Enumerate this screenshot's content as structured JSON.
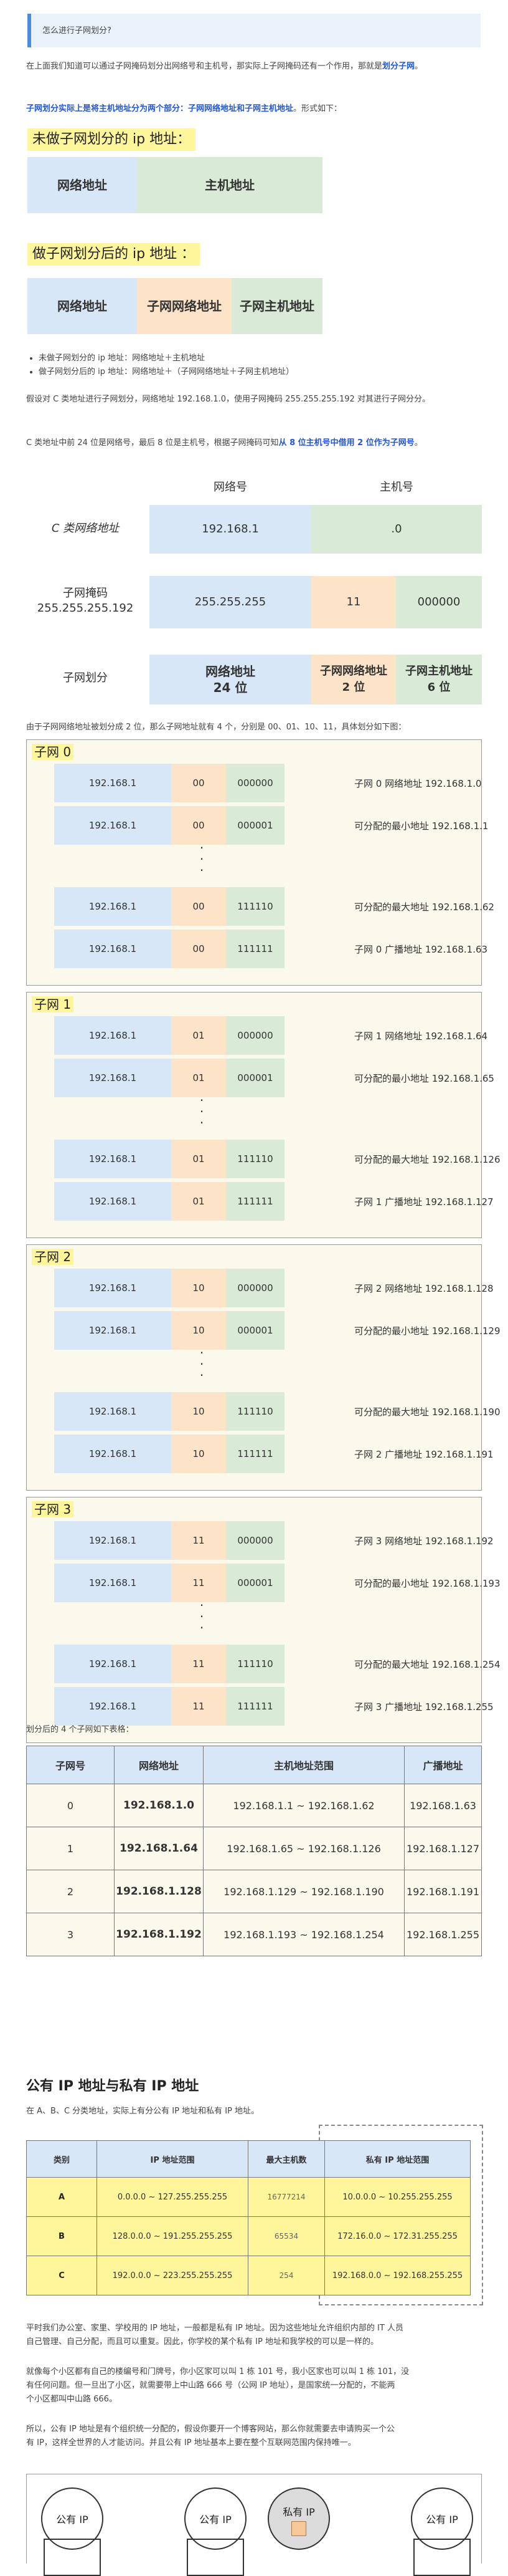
{
  "callout": {
    "text": "怎么进行子网划分?"
  },
  "intro": {
    "p1_a": "在上面我们知道可以通过子网掩码划分出网络号和主机号，那实际上子网掩码还有一个作用，那就是",
    "p1_b": "划分子网",
    "p1_c": "。",
    "p2_a": "子网划分实际上是将主机地址分为两个部分：子网网络地址和子网主机地址",
    "p2_b": "。形式如下："
  },
  "diagram1": {
    "title1": "未做子网划分的 ip 地址：",
    "network": "网络地址",
    "host": "主机地址",
    "title2": "做子网划分后的 ip 地址 ：",
    "subnet_net": "子网网络地址",
    "subnet_host": "子网主机地址"
  },
  "bullets": [
    "未做子网划分的 ip 地址：网络地址＋主机地址",
    "做子网划分后的 ip 地址：网络地址＋（子网网络地址＋子网主机地址）"
  ],
  "example": {
    "p1": "假设对 C 类地址进行子网划分，网络地址 192.168.1.0，使用子网掩码 255.255.255.192 对其进行子网分分。",
    "p2_a": "C 类地址中前 24 位是网络号，最后 8 位是主机号，根据子网掩码可知",
    "p2_b": "从 8 位主机号中借用 2 位作为子网号",
    "p2_c": "。"
  },
  "diagram2": {
    "header_net": "网络号",
    "header_host": "主机号",
    "row1_label": "C 类网络地址",
    "row1_net": "192.168.1",
    "row1_host": ".0",
    "row2_label1": "子网掩码",
    "row2_label2": "255.255.255.192",
    "row2_net": "255.255.255",
    "row2_sub": "11",
    "row2_host": "000000",
    "row3_label": "子网划分",
    "row3_net1": "网络地址",
    "row3_net2": "24 位",
    "row3_sub1": "子网网络地址",
    "row3_sub2": "2 位",
    "row3_host1": "子网主机地址",
    "row3_host2": "6 位"
  },
  "p_subnets": "由于子网网络地址被划分成 2 位，那么子网地址就有 4 个，分别是 00、01、10、11，具体划分如下图：",
  "subnets": [
    {
      "title": "子网 0",
      "rows": [
        {
          "net": "192.168.1",
          "sub": "00",
          "host": "000000",
          "note": "子网 0 网络地址 192.168.1.0"
        },
        {
          "net": "192.168.1",
          "sub": "00",
          "host": "000001",
          "note": "可分配的最小地址 192.168.1.1"
        },
        {
          "net": "192.168.1",
          "sub": "00",
          "host": "111110",
          "note": "可分配的最大地址 192.168.1.62"
        },
        {
          "net": "192.168.1",
          "sub": "00",
          "host": "111111",
          "note": "子网 0 广播地址 192.168.1.63"
        }
      ]
    },
    {
      "title": "子网 1",
      "rows": [
        {
          "net": "192.168.1",
          "sub": "01",
          "host": "000000",
          "note": "子网 1 网络地址 192.168.1.64"
        },
        {
          "net": "192.168.1",
          "sub": "01",
          "host": "000001",
          "note": "可分配的最小地址 192.168.1.65"
        },
        {
          "net": "192.168.1",
          "sub": "01",
          "host": "111110",
          "note": "可分配的最大地址 192.168.1.126"
        },
        {
          "net": "192.168.1",
          "sub": "01",
          "host": "111111",
          "note": "子网 1 广播地址 192.168.1.127"
        }
      ]
    },
    {
      "title": "子网 2",
      "rows": [
        {
          "net": "192.168.1",
          "sub": "10",
          "host": "000000",
          "note": "子网 2 网络地址 192.168.1.128"
        },
        {
          "net": "192.168.1",
          "sub": "10",
          "host": "000001",
          "note": "可分配的最小地址 192.168.1.129"
        },
        {
          "net": "192.168.1",
          "sub": "10",
          "host": "111110",
          "note": "可分配的最大地址 192.168.1.190"
        },
        {
          "net": "192.168.1",
          "sub": "10",
          "host": "111111",
          "note": "子网 2 广播地址 192.168.1.191"
        }
      ]
    },
    {
      "title": "子网 3",
      "rows": [
        {
          "net": "192.168.1",
          "sub": "11",
          "host": "000000",
          "note": "子网 3 网络地址 192.168.1.192"
        },
        {
          "net": "192.168.1",
          "sub": "11",
          "host": "000001",
          "note": "可分配的最小地址 192.168.1.193"
        },
        {
          "net": "192.168.1",
          "sub": "11",
          "host": "111110",
          "note": "可分配的最大地址 192.168.1.254"
        },
        {
          "net": "192.168.1",
          "sub": "11",
          "host": "111111",
          "note": "子网 3 广播地址 192.168.1.255"
        }
      ]
    }
  ],
  "p_table": "划分后的 4 个子网如下表格：",
  "summary": {
    "headers": [
      "子网号",
      "网络地址",
      "主机地址范围",
      "广播地址"
    ],
    "rows": [
      [
        "0",
        "192.168.1.0",
        "192.168.1.1 ~ 192.168.1.62",
        "192.168.1.63"
      ],
      [
        "1",
        "192.168.1.64",
        "192.168.1.65 ~ 192.168.1.126",
        "192.168.1.127"
      ],
      [
        "2",
        "192.168.1.128",
        "192.168.1.129 ~ 192.168.1.190",
        "192.168.1.191"
      ],
      [
        "3",
        "192.168.1.192",
        "192.168.1.193 ~ 192.168.1.254",
        "192.168.1.255"
      ]
    ]
  },
  "section2": {
    "heading": "公有 IP 地址与私有 IP 地址",
    "p1": "在 A、B、C 分类地址，实际上有分公有 IP 地址和私有 IP 地址。",
    "headers": [
      "类别",
      "IP 地址范围",
      "最大主机数",
      "私有 IP 地址范围"
    ],
    "rows": [
      [
        "A",
        "0.0.0.0 ~ 127.255.255.255",
        "16777214",
        "10.0.0.0 ~ 10.255.255.255"
      ],
      [
        "B",
        "128.0.0.0 ~ 191.255.255.255",
        "65534",
        "172.16.0.0 ~ 172.31.255.255"
      ],
      [
        "C",
        "192.0.0.0 ~ 223.255.255.255",
        "254",
        "192.168.0.0 ~ 192.168.255.255"
      ]
    ],
    "p2_1": "平时我们办公室、家里、学校用的 IP 地址，一般都是私有 IP 地址。因为这些地址允许组织内部的 IT 人员",
    "p2_2": "自己管理、自己分配，而且可以重复。因此，你学校的某个私有 IP 地址和我学校的可以是一样的。",
    "p3_1": "就像每个小区都有自己的楼编号和门牌号，你小区家可以叫 1 栋 101 号，我小区家也可以叫 1 栋 101，没",
    "p3_2": "有任何问题。但一旦出了小区，就需要带上中山路 666 号（公网 IP 地址），是国家统一分配的，不能两",
    "p3_3": "个小区都叫中山路 666。",
    "p4_1": "所以，公有 IP 地址是有个组织统一分配的，假设你要开一个博客网站，那么你就需要去申请购买一个公",
    "p4_2": "有 IP，这样全世界的人才能访问。并且公有 IP 地址基本上要在整个互联网范围内保持唯一。",
    "circle1": "公有 IP",
    "circle2": "公有 IP",
    "circle3": "私有 IP",
    "circle4": "公有 IP"
  }
}
